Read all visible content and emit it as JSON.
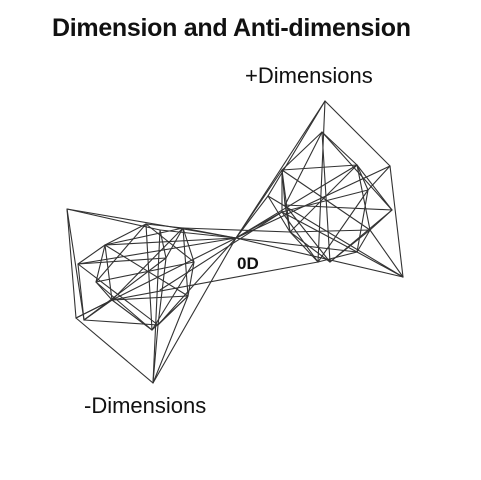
{
  "title": "Dimension and Anti-dimension",
  "labels": {
    "positive": "+Dimensions",
    "negative": "-Dimensions",
    "origin": "0D"
  },
  "colors": {
    "background": "#ffffff",
    "text": "#111111",
    "lines": "#333333"
  }
}
